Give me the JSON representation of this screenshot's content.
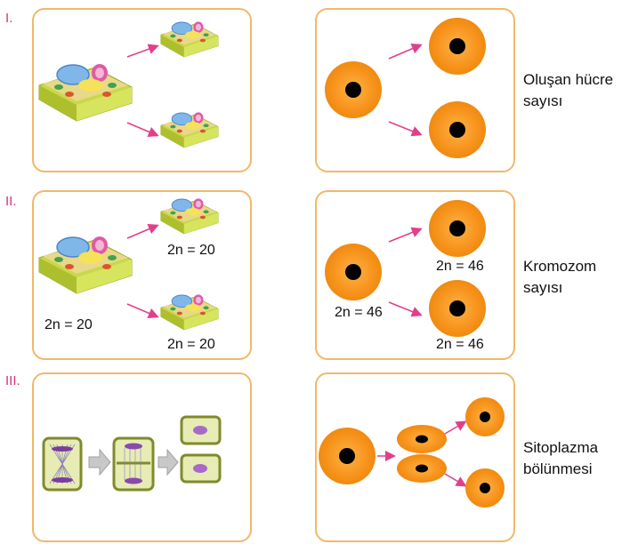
{
  "rows": [
    {
      "numeral": "I.",
      "description": [
        "Oluşan hücre",
        "sayısı"
      ]
    },
    {
      "numeral": "II.",
      "description": [
        "Kromozom",
        "sayısı"
      ]
    },
    {
      "numeral": "III.",
      "description": [
        "Sitoplazma",
        "bölünmesi"
      ]
    }
  ],
  "labels": {
    "plant_parent": "2n = 20",
    "plant_child_top": "2n = 20",
    "plant_child_bottom": "2n = 20",
    "animal_parent": "2n = 46",
    "animal_child_top": "2n = 46",
    "animal_child_bottom": "2n = 46"
  },
  "colors": {
    "box_border": "#f2b86a",
    "numeral": "#d6337f",
    "arrow": "#e0408a",
    "animal_cell": "#f7941d",
    "nucleus": "#000000"
  }
}
